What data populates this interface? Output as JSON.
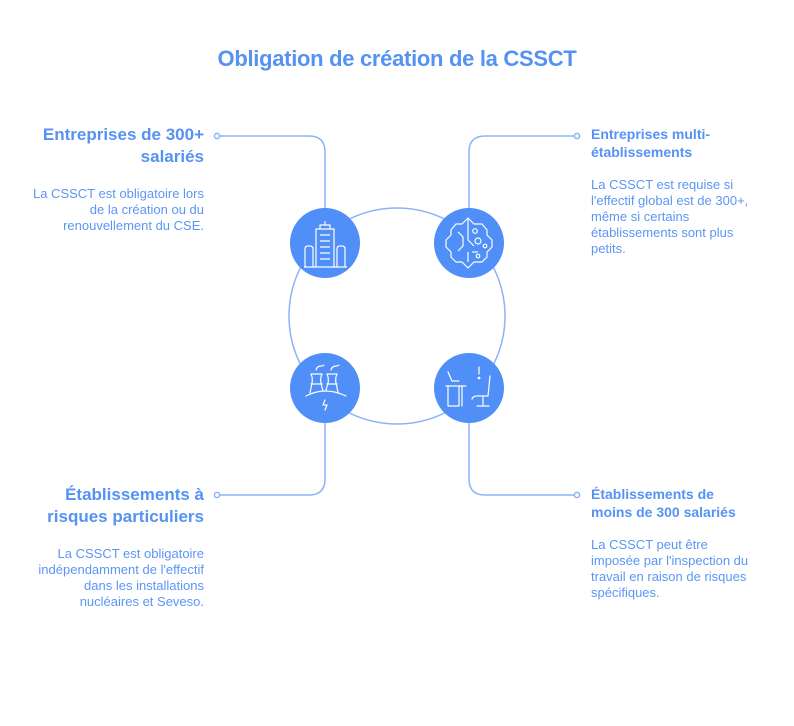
{
  "title": "Obligation de création de la CSSCT",
  "colors": {
    "accent": "#4F8FF7",
    "title": "#5592F3",
    "body_text": "#5C96F5",
    "line": "#8AB4F8",
    "icon_stroke": "#FFFFFF"
  },
  "items": [
    {
      "title": "Entreprises de 300+ salariés",
      "description": "La CSSCT est obligatoire lors de la création ou du renouvellement du CSE.",
      "icon": "office-building-icon"
    },
    {
      "title": "Entreprises multi-établissements",
      "description": "La CSSCT est requise si l'effectif global est de 300+, même si certains établissements sont plus petits.",
      "icon": "circuit-brain-icon"
    },
    {
      "title": "Établissements à risques particuliers",
      "description": "La CSSCT est obligatoire indépendamment de l'effectif dans les installations nucléaires et Seveso.",
      "icon": "power-plant-icon"
    },
    {
      "title": "Établissements de moins de 300 salariés",
      "description": "La CSSCT peut être imposée par l'inspection du travail en raison de risques spécifiques.",
      "icon": "workstation-alert-icon"
    }
  ]
}
